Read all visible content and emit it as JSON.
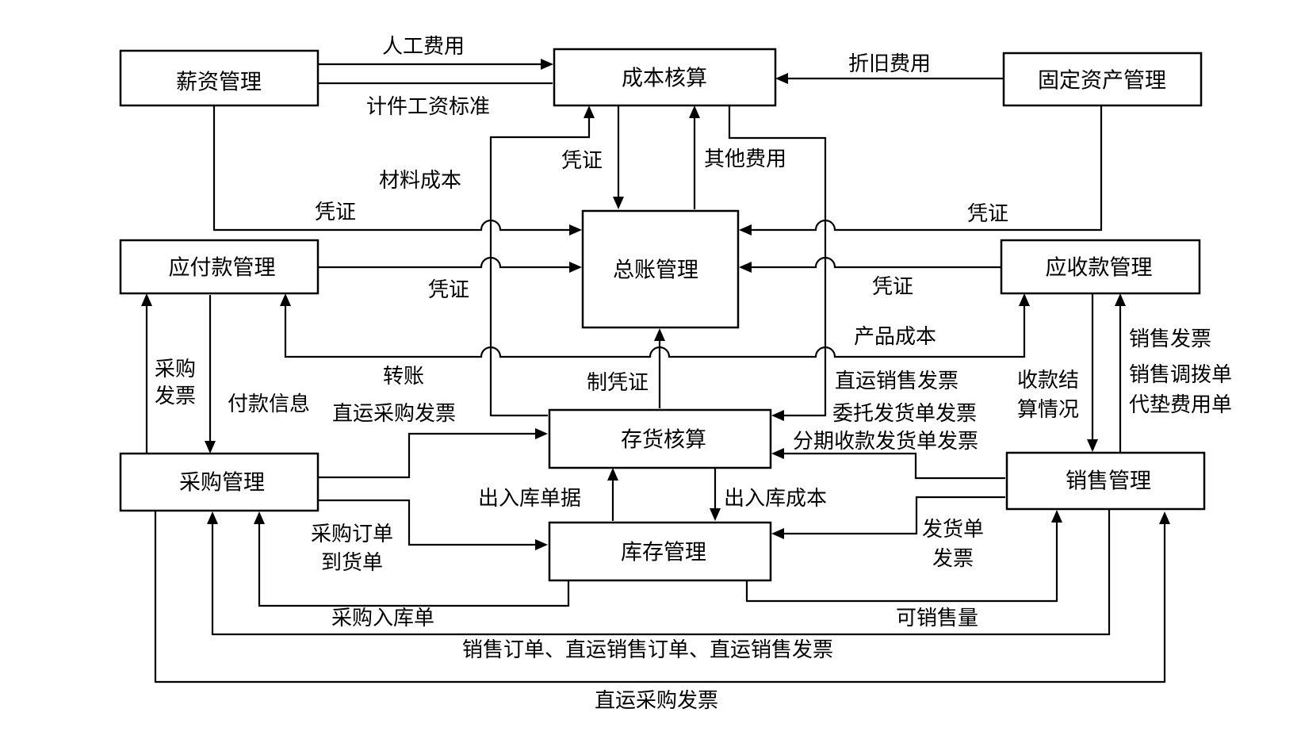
{
  "diagram": {
    "title": "ERP module data flow",
    "modules": {
      "salary": "薪资管理",
      "cost": "成本核算",
      "fixed_assets": "固定资产管理",
      "payable": "应付款管理",
      "ledger": "总账管理",
      "receivable": "应收款管理",
      "purchase": "采购管理",
      "inventory_acct": "存货核算",
      "sales": "销售管理",
      "stock": "库存管理"
    },
    "flows": {
      "labor_cost": "人工费用",
      "piece_wage": "计件工资标准",
      "depreciation": "折旧费用",
      "material_cost": "材料成本",
      "voucher_salary": "凭证",
      "voucher_cost": "凭证",
      "other_expense": "其他费用",
      "voucher_fixed": "凭证",
      "voucher_payable": "凭证",
      "voucher_receivable": "凭证",
      "product_cost": "产品成本",
      "transfer": "转账",
      "make_voucher": "制凭证",
      "purchase_invoice_1": "采购",
      "purchase_invoice_2": "发票",
      "payment_info": "付款信息",
      "direct_purchase_invoice": "直运采购发票",
      "direct_sales_invoice": "直运销售发票",
      "consign_invoice": "委托发货单发票",
      "installment_invoice": "分期收款发货单发票",
      "settlement_1": "收款结",
      "settlement_2": "算情况",
      "sales_invoice": "销售发票",
      "sales_transfer": "销售调拨单",
      "advance_expense": "代垫费用单",
      "io_docs": "出入库单据",
      "io_cost": "出入库成本",
      "po_1": "采购订单",
      "po_2": "到货单",
      "delivery_1": "发货单",
      "delivery_2": "发票",
      "purchase_receipt": "采购入库单",
      "saleable_qty": "可销售量",
      "sales_orders": "销售订单、直运销售订单、直运销售发票",
      "direct_purchase_invoice_bottom": "直运采购发票"
    }
  }
}
